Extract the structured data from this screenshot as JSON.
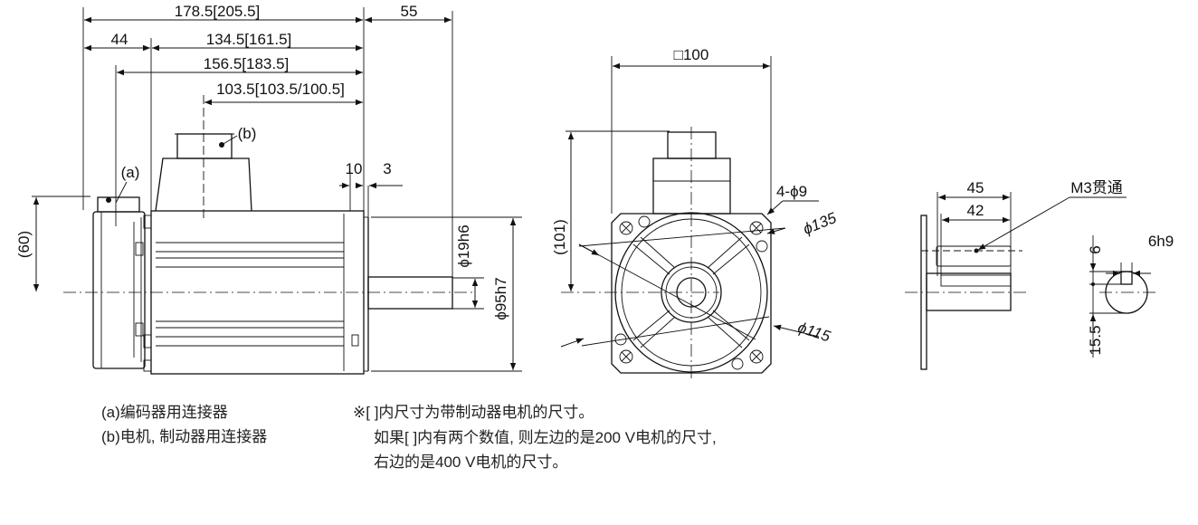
{
  "side_view": {
    "dim_overall": "178.5[205.5]",
    "dim_shaft": "55",
    "dim_encoder": "44",
    "dim_body": "134.5[161.5]",
    "dim_a_conn": "156.5[183.5]",
    "dim_b_conn": "103.5[103.5/100.5]",
    "dim_flange": "10",
    "dim_spigot": "3",
    "dim_height": "(60)",
    "dim_shaft_dia": "ϕ19h6",
    "dim_spigot_dia": "ϕ95h7",
    "label_a": "(a)",
    "label_b": "(b)"
  },
  "front_view": {
    "dim_square": "□100",
    "dim_height": "(101)",
    "dim_holes": "4-ϕ9",
    "dim_pcd": "ϕ135",
    "dim_inner": "ϕ115"
  },
  "shaft_view": {
    "dim_45": "45",
    "dim_42": "42",
    "thread_label": "M3贯通",
    "dim_key_width": "6h9",
    "dim_6": "6",
    "dim_15_5": "15.5"
  },
  "notes": {
    "legend_a": "(a)编码器用连接器",
    "legend_b": "(b)电机, 制动器用连接器",
    "note_line1": "※[ ]内尺寸为带制动器电机的尺寸。",
    "note_line2": "如果[ ]内有两个数值, 则左边的是200 V电机的尺寸,",
    "note_line3": "右边的是400 V电机的尺寸。"
  }
}
